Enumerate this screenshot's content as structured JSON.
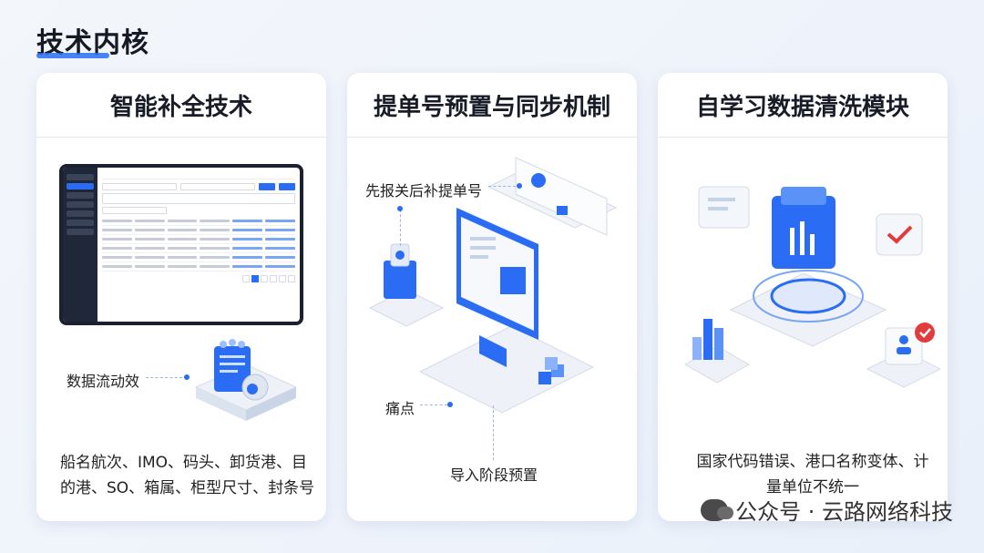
{
  "page": {
    "title": "技术内核"
  },
  "cards": [
    {
      "title": "智能补全技术",
      "label": "数据流动效",
      "body": "船名航次、IMO、码头、卸货港、目的港、SO、箱属、柜型尺寸、封条号"
    },
    {
      "title": "提单号预置与同步机制",
      "label_top": "先报关后补提单号",
      "label_mid": "痛点",
      "label_bottom": "导入阶段预置"
    },
    {
      "title": "自学习数据清洗模块",
      "body": "国家代码错误、港口名称变体、计量单位不统一"
    }
  ],
  "watermark": {
    "text": "公众号 · 云路网络科技",
    "icon": "wechat-icon"
  },
  "colors": {
    "accent": "#2a6df4",
    "card": "#ffffff",
    "background": "#eef3fb"
  }
}
